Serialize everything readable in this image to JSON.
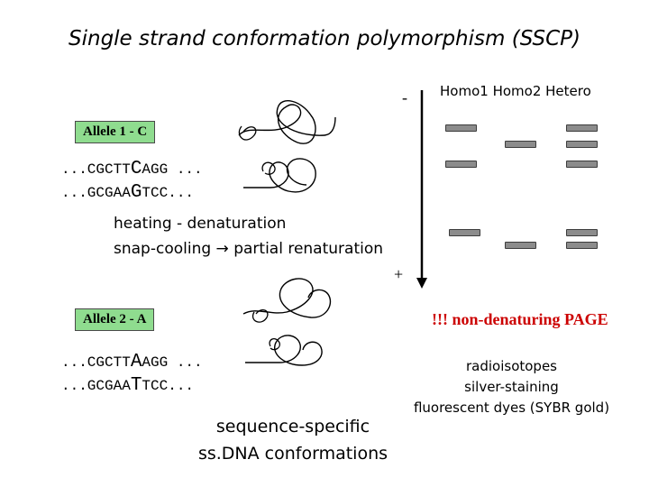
{
  "title": "Single strand conformation polymorphism (SSCP)",
  "gel": {
    "minus_sign": "-",
    "plus_sign": "+",
    "lanes": [
      "Homo1",
      "Homo2",
      "Hetero"
    ],
    "warning": "!!! non-denaturing PAGE"
  },
  "allele1": {
    "label": "Allele 1 - C",
    "seq_top": {
      "pre": "...CGCTT",
      "snp": "C",
      "post": "AGG ..."
    },
    "seq_bottom": {
      "pre": "...GCGAA",
      "snp": "G",
      "post": "TCC..."
    }
  },
  "allele2": {
    "label": "Allele 2 - A",
    "seq_top": {
      "pre": "...CGCTT",
      "snp": "A",
      "post": "AGG ..."
    },
    "seq_bottom": {
      "pre": "...GCGAA",
      "snp": "T",
      "post": "TCC..."
    }
  },
  "process": {
    "line1": "heating - denaturation",
    "line2_a": "snap-cooling",
    "arrow": "→",
    "line2_b": "partial renaturation"
  },
  "conformations": {
    "line1": "sequence-specific",
    "line2": "ss.DNA conformations"
  },
  "detection": [
    "radioisotopes",
    "silver-staining",
    "fluorescent dyes (SYBR gold)"
  ],
  "colors": {
    "allele_box": "#8fdc8f",
    "warning": "#cc0000",
    "band": "#8c8c8c"
  }
}
